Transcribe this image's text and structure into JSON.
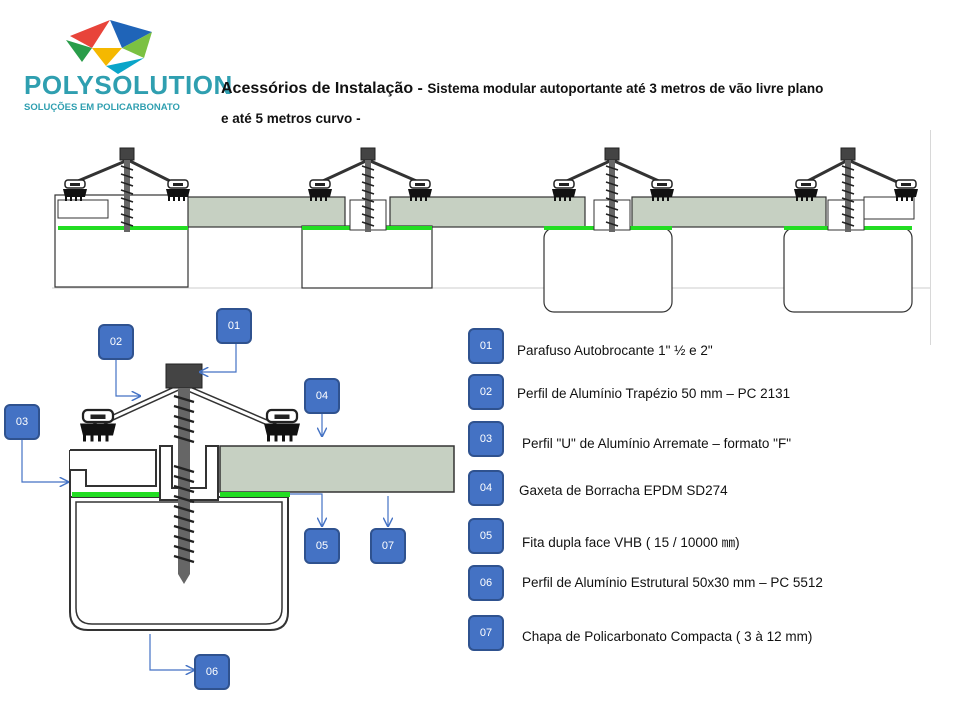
{
  "brand": {
    "name": "POLYSOLUTION",
    "tagline": "SOLUÇÕES EM POLICARBONATO"
  },
  "title": {
    "main": "Acessórios  de Instalação",
    "dash1": "  - ",
    "subtitle_1": "Sistema modular autoportante até 3 metros de vão livre plano",
    "subtitle_2": "e  até 5 metros curvo",
    "dash2": " -"
  },
  "badges": [
    "01",
    "02",
    "03",
    "04",
    "05",
    "06",
    "07"
  ],
  "legend": [
    {
      "code": "01",
      "text": "Parafuso  Autobrocante  1\" ½  e 2\""
    },
    {
      "code": "02",
      "text": "Perfil de Alumínio Trapézio  50 mm – PC  2131"
    },
    {
      "code": "03",
      "text": "Perfil \"U\" de Alumínio Arremate – formato  \"F\""
    },
    {
      "code": "04",
      "text": "Gaxeta de Borracha EPDM  SD274"
    },
    {
      "code": "05",
      "text": "Fita dupla face VHB ( 15 / 10000 ㎜)"
    },
    {
      "code": "06",
      "text": "Perfil de Alumínio  Estrutural 50x30 mm  – PC 5512"
    },
    {
      "code": "07",
      "text": "Chapa de Policarbonato Compacta ( 3 à 12 mm)"
    }
  ],
  "colors": {
    "badge": "#4472c4",
    "sheet": "#c6d0c2",
    "tape": "#22dd22",
    "profile": "#ffffff",
    "gasket": "#111111",
    "brand": "#2f9fb0"
  }
}
